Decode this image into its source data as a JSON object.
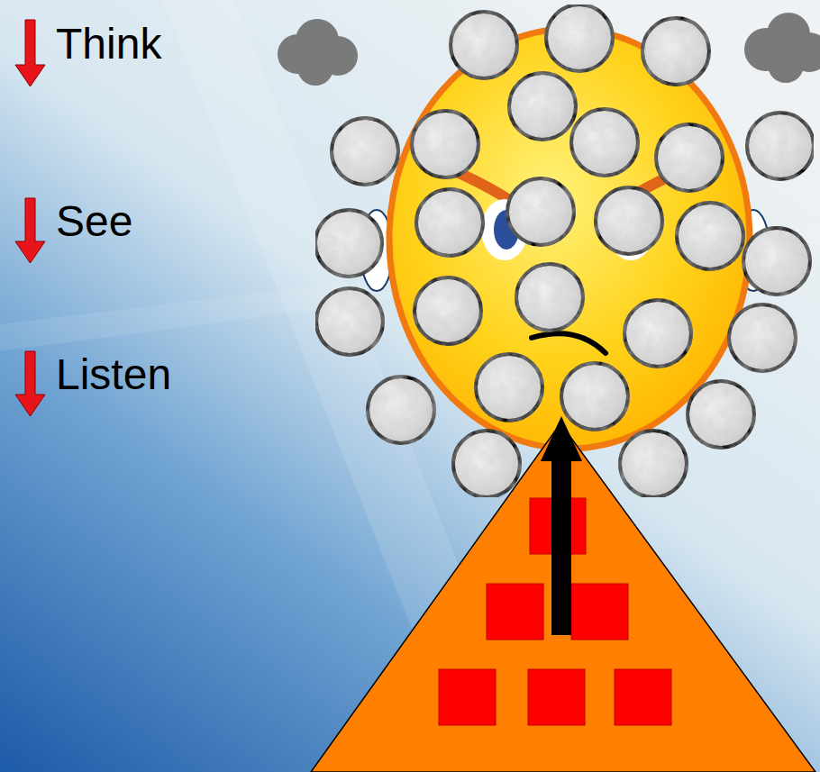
{
  "diagram": {
    "labels": [
      "Think",
      "See",
      "Listen"
    ]
  }
}
